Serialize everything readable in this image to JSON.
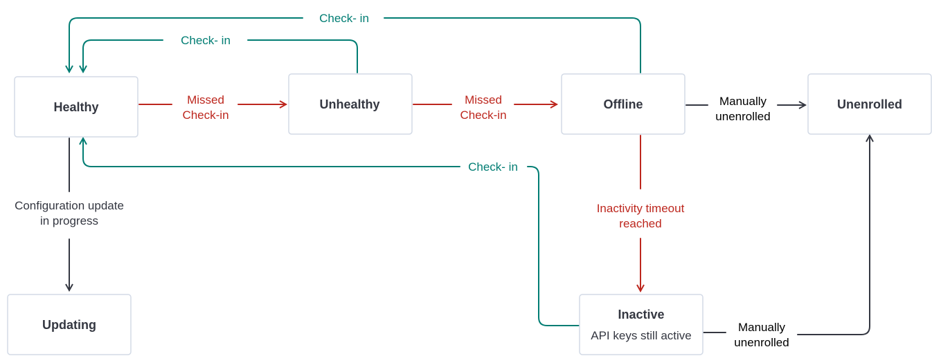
{
  "colors": {
    "checkin": "#017d73",
    "missed": "#bd271e",
    "neutral": "#343741",
    "node_border": "#d3dae6"
  },
  "nodes": {
    "healthy": "Healthy",
    "unhealthy": "Unhealthy",
    "offline": "Offline",
    "unenrolled": "Unenrolled",
    "updating": "Updating",
    "inactive": "Inactive",
    "inactive_sub": "API keys still active"
  },
  "edges": {
    "checkin_label": "Check- in",
    "missed_line1": "Missed",
    "missed_line2": "Check-in",
    "manual_line1": "Manually",
    "manual_line2": "unenrolled",
    "config_line1": "Configuration update",
    "config_line2": "in progress",
    "timeout_line1": "Inactivity timeout",
    "timeout_line2": "reached"
  }
}
